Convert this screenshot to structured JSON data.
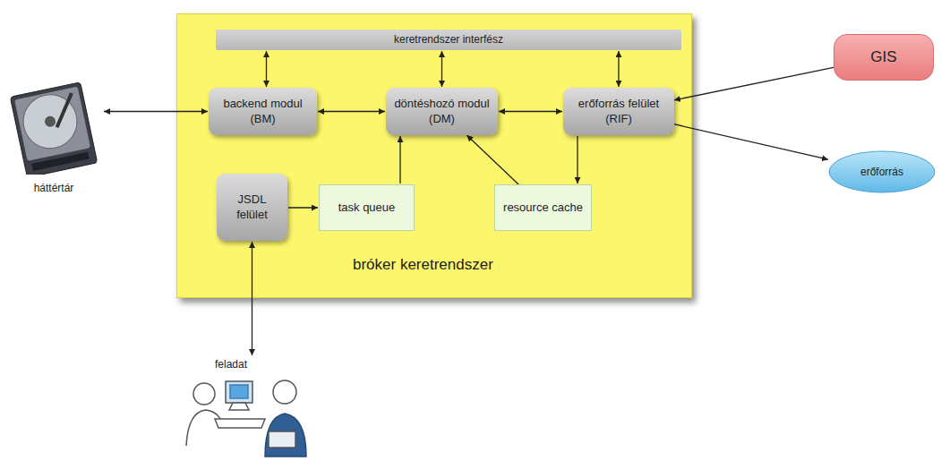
{
  "diagram": {
    "nodes": [
      {
        "text": [
          "bróker keretrendszer"
        ]
      },
      {
        "text": [
          "keretrendszer interfész"
        ],
        "in": 0
      },
      {
        "text": [
          "backend modul (BM)"
        ],
        "in": 0
      },
      {
        "text": [
          "döntéshozó modul (DM)"
        ],
        "in": 0
      },
      {
        "text": [
          "erőforrás felület (RIF)"
        ],
        "in": 0
      },
      {
        "text": [
          "JSDL felület"
        ],
        "in": 0
      },
      {
        "text": [
          "task queue"
        ],
        "in": 0
      },
      {
        "text": [
          "resource cache"
        ],
        "in": 0
      },
      {
        "text": [
          "GIS"
        ]
      },
      {
        "text": [
          "erőforrás"
        ]
      },
      {
        "text": [
          "háttértár"
        ]
      },
      {
        "text": [
          "feladat"
        ]
      }
    ],
    "edges": [
      {
        "from": 1,
        "to": 2,
        "arrow": "both"
      },
      {
        "from": 1,
        "to": 3,
        "arrow": "both"
      },
      {
        "from": 1,
        "to": 4,
        "arrow": "both"
      },
      {
        "from": 10,
        "to": 2,
        "arrow": "both"
      },
      {
        "from": 2,
        "to": 3,
        "arrow": "both"
      },
      {
        "from": 3,
        "to": 4,
        "arrow": "both"
      },
      {
        "from": 8,
        "to": 4,
        "arrow": "to"
      },
      {
        "from": 4,
        "to": 9,
        "arrow": "to"
      },
      {
        "from": 5,
        "to": 6,
        "arrow": "to"
      },
      {
        "from": 6,
        "to": 3,
        "arrow": "to"
      },
      {
        "from": 7,
        "to": 3,
        "arrow": "to"
      },
      {
        "from": 4,
        "to": 7,
        "arrow": "to"
      },
      {
        "from": 11,
        "to": 5,
        "arrow": "both"
      }
    ]
  }
}
